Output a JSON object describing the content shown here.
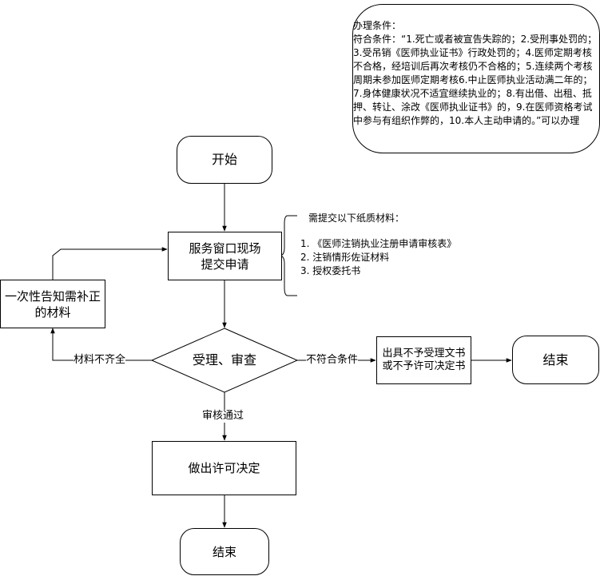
{
  "conditions": {
    "title": "办理条件：",
    "body": "符合条件：“1.死亡或者被宣告失踪的；2.受刑事处罚的；3.受吊销《医师执业证书》行政处罚的；4.医师定期考核不合格，经培训后再次考核仍不合格的；5.连续两个考核周期未参加医师定期考核6.中止医师执业活动满二年的；7.身体健康状况不适宜继续执业的；8.有出借、出租、抵押、转让、涂改《医师执业证书》的，9.在医师资格考试中参与有组织作弊的，10.本人主动申请的。”可以办理"
  },
  "nodes": {
    "start": "开始",
    "submit_line1": "服务窗口现场",
    "submit_line2": "提交申请",
    "review": "受理、审查",
    "supplement_line1": "一次性告知需补正",
    "supplement_line2": "的材料",
    "reject_line1": "出具不予受理文书",
    "reject_line2": "或不予许可决定书",
    "end_right": "结束",
    "decision": "做出许可决定",
    "end_bottom": "结束"
  },
  "edges": {
    "incomplete": "材料不齐全",
    "not_qualified": "不符合条件",
    "approved": "审核通过"
  },
  "materials": {
    "title": "需提交以下纸质材料：",
    "items": [
      "1. 《医师注销执业注册申请审核表》",
      "2. 注销情形佐证材料",
      "3. 授权委托书"
    ]
  }
}
